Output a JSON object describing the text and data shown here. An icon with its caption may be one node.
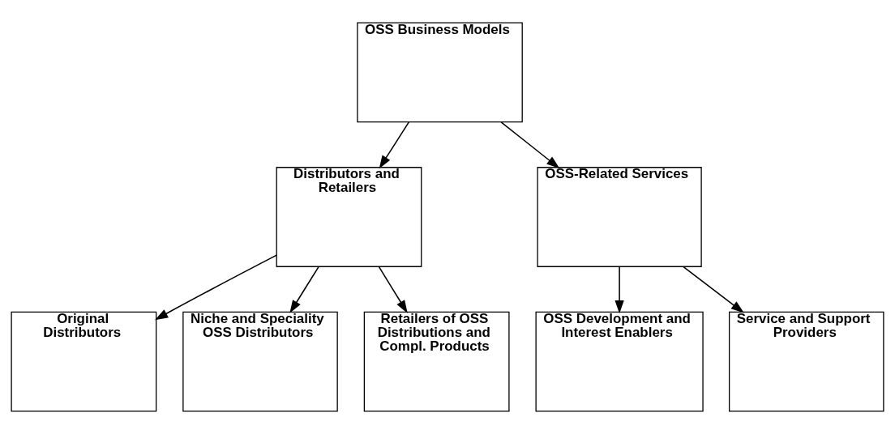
{
  "diagram": {
    "nodes": [
      {
        "text": [
          "OSS Business Models"
        ]
      },
      {
        "text": [
          "Distributors and Retailers"
        ]
      },
      {
        "text": [
          "OSS-Related Services"
        ]
      },
      {
        "text": [
          "Original Distributors"
        ]
      },
      {
        "text": [
          "Niche and Speciality OSS Distributors"
        ]
      },
      {
        "text": [
          "Retailers of OSS Distributions and Compl. Products"
        ]
      },
      {
        "text": [
          "OSS Development and Interest Enablers"
        ]
      },
      {
        "text": [
          "Service and Support Providers"
        ]
      }
    ],
    "edges": [
      {
        "from": 0,
        "to": 1,
        "arrow": "to"
      },
      {
        "from": 0,
        "to": 2,
        "arrow": "to"
      },
      {
        "from": 1,
        "to": 3,
        "arrow": "to"
      },
      {
        "from": 1,
        "to": 4,
        "arrow": "to"
      },
      {
        "from": 1,
        "to": 5,
        "arrow": "to"
      },
      {
        "from": 2,
        "to": 6,
        "arrow": "to"
      },
      {
        "from": 2,
        "to": 7,
        "arrow": "to"
      }
    ]
  }
}
